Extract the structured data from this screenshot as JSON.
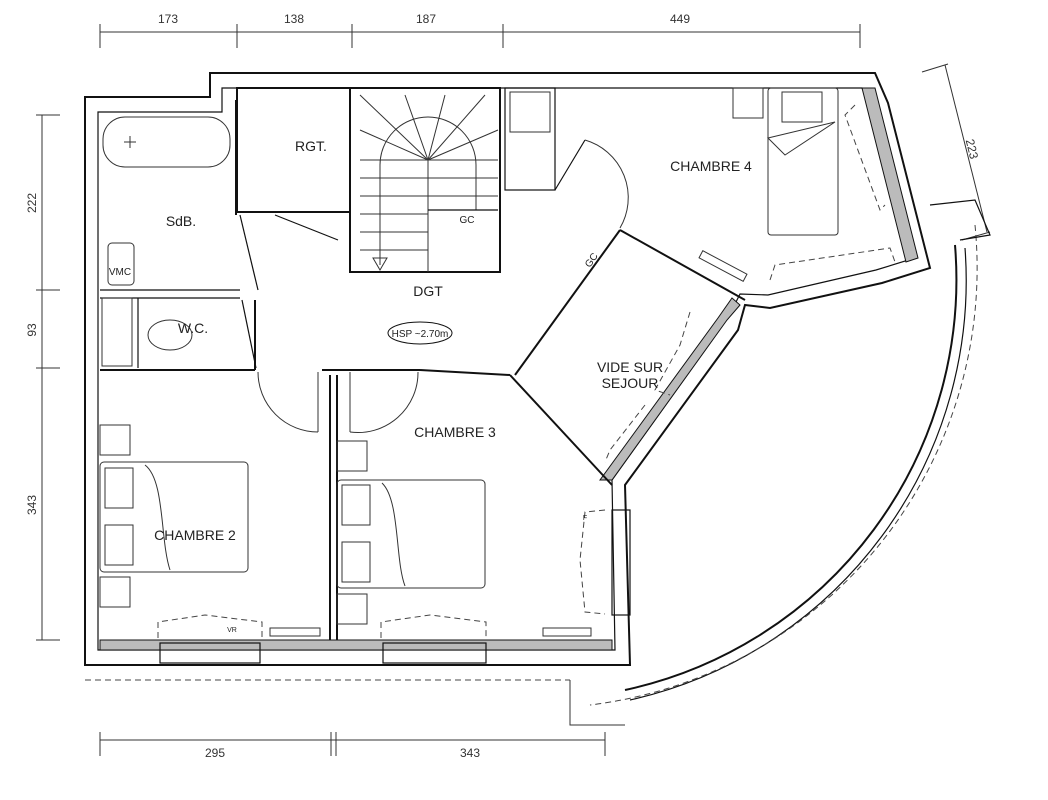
{
  "dimensions": {
    "top": [
      "173",
      "138",
      "187",
      "449"
    ],
    "left": [
      "222",
      "93",
      "343"
    ],
    "bottom": [
      "295",
      "343"
    ],
    "right": [
      "223"
    ]
  },
  "rooms": {
    "rgt": "RGT.",
    "sdb": "SdB.",
    "dgt": "DGT",
    "wc": "W.C.",
    "vmc": "VMC",
    "chambre4": "CHAMBRE 4",
    "vide_line1": "VIDE SUR",
    "vide_line2": "SEJOUR",
    "chambre3": "CHAMBRE 3",
    "chambre2": "CHAMBRE 2"
  },
  "annotations": {
    "hsp": "HSP ~2.70m",
    "gc_stair": "GC",
    "gc_vide": "GC",
    "vr": "VR",
    "f": "F"
  }
}
